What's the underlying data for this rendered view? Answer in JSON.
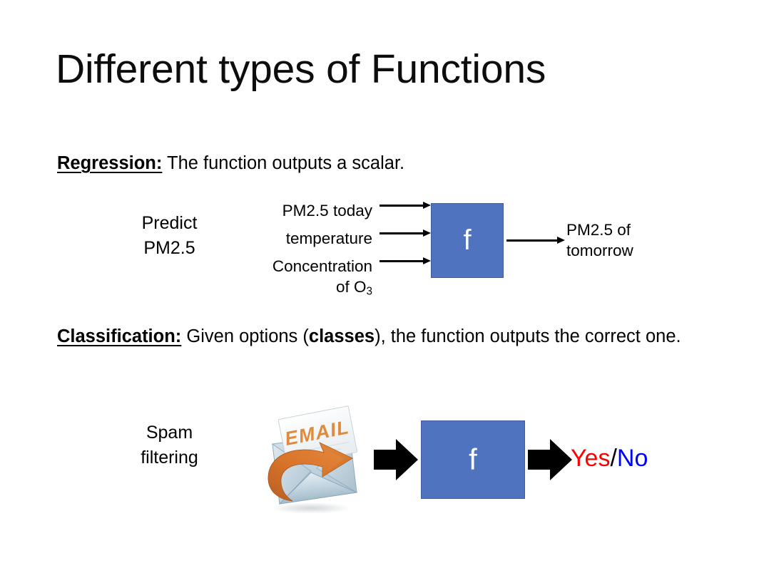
{
  "slide": {
    "title": "Different types of Functions",
    "background_color": "#ffffff"
  },
  "regression": {
    "lead": "Regression:",
    "body": " The function outputs a scalar.",
    "side_label_line1": "Predict",
    "side_label_line2": "PM2.5",
    "inputs": [
      {
        "label": "PM2.5 today"
      },
      {
        "label": "temperature"
      },
      {
        "label": "Concentration",
        "label_line2": "of O",
        "subscript": "3"
      }
    ],
    "function_box_label": "f",
    "output_line1": "PM2.5 of",
    "output_line2": "tomorrow"
  },
  "classification": {
    "lead": "Classification:",
    "body_before": " Given options (",
    "body_strong": "classes",
    "body_after": "), the function outputs the correct one.",
    "side_label_line1": "Spam",
    "side_label_line2": "filtering",
    "function_box_label": "f",
    "email_image_text": "EMAIL",
    "output_yes": "Yes",
    "output_separator": "/",
    "output_no": "No"
  },
  "colors": {
    "function_box": "#4F73BE",
    "function_box_border": "#3C5E9E",
    "yes": "#FF0000",
    "no": "#0000FF",
    "arrow": "#000000",
    "email_accent": "#E08A3C",
    "envelope": "#BFD3DE"
  }
}
